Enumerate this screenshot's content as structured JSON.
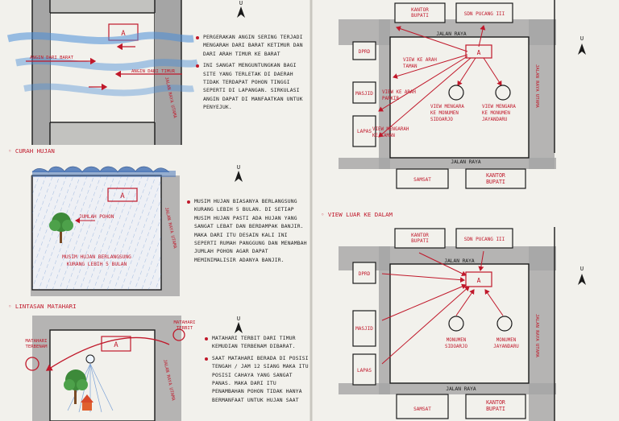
{
  "colors": {
    "ink": "#1a1a1a",
    "accent": "#c0182a",
    "wind": "#4a8ed8",
    "road": "#8d8d8d",
    "rain": "#3a74c6",
    "paper": "#f2f1ec"
  },
  "common": {
    "site_label": "A",
    "north_label": "U"
  },
  "wind": {
    "label_west": "ANGIN DARI BARAT",
    "label_east": "ANGIN DARI TIMUR",
    "road_label": "JALAN RAYA UTAMA",
    "bullets": [
      "PERGERAKAN ANGIN SERING TERJADI MENGARAH DARI BARAT KETIMUR DAN DARI ARAH TIMUR KE BARAT",
      "INI SANGAT MENGUNTUNGKAN BAGI SITE YANG TERLETAK DI DAERAH TIDAK TERDAPAT POHON TINGGI SEPERTI DI LAPANGAN. SIRKULASI ANGIN DAPAT DI MANFAATKAN UNTUK PENYEJUK."
    ]
  },
  "rain": {
    "title": "CURAH HUJAN",
    "tree_label": "JUMLAH POHON",
    "caption": "MUSIM HUJAN BERLANGSUNG KURANG LEBIH 5 BULAN",
    "road_label": "JALAN RAYA UTAMA",
    "bullets": [
      "MUSIM HUJAN BIASANYA BERLANGSUNG KURANG LEBIH 5 BULAN. DI SETIAP MUSIM HUJAN PASTI ADA HUJAN YANG SANGAT LEBAT DAN BERDAMPAK BANJIR. MAKA DARI ITU DESAIN KALI INI SEPERTI RUMAH PANGGUNG DAN MENAMBAH JUMLAH POHON AGAR DAPAT MEMINIMALISIR ADANYA BANJIR."
    ]
  },
  "sun": {
    "title": "LINTASAN MATAHARI",
    "sunset_label": "MATAHARI TERBENAM",
    "sunrise_label": "MATAHARI TERBIT",
    "road_label": "JALAN RAYA UTAMA",
    "bullets": [
      "MATAHARI TERBIT DARI TIMUR KEMUDIAN TERBENAM DIBARAT.",
      "SAAT MATAHARI BERADA DI POSISI TENGAH / JAM 12 SIANG MAKA ITU POSISI CAHAYA YANG SANGAT PANAS. MAKA DARI ITU PENAMBAHAN POHON TIDAK HANYA BERMANFAAT UNTUK HUJAN SAAT"
    ]
  },
  "view_out": {
    "kantor_bupati": "KANTOR BUPATI",
    "sdn": "SDN PUCANG III",
    "jalan_raya_top": "JALAN RAYA",
    "dprd": "DPRD",
    "masjid": "MASJID",
    "lapas": "LAPAS",
    "view_taman_1": "VIEW KE ARAH TAMAN",
    "view_parkir": "VIEW KE ARAH PARKIR",
    "view_sidoarjo": "VIEW MENGARAH KE MONUMEN SIDOARJO",
    "view_jayandaru": "VIEW MENGARAH KE MONUMEN JAYANDARU",
    "view_taman_2": "VIEW MENGARAH KE TAMAN",
    "jalan_raya_bottom": "JALAN RAYA",
    "samsat": "SAMSAT",
    "kantor_bupati_2": "KANTOR BUPATI",
    "road_label": "JALAN RAYA UTAMA"
  },
  "view_in": {
    "title": "VIEW LUAR KE DALAM",
    "kantor_bupati": "KANTOR BUPATI",
    "sdn": "SDN PUCANG III",
    "jalan_raya_top": "JALAN RAYA",
    "dprd": "DPRD",
    "masjid": "MASJID",
    "lapas": "LAPAS",
    "monumen_sidoarjo": "MONUMEN SIDOARJO",
    "monumen_jayandaru": "MONUMEN JAYANDARU",
    "jalan_raya_bottom": "JALAN RAYA",
    "samsat": "SAMSAT",
    "kantor_bupati_2": "KANTOR BUPATI",
    "road_label": "JALAN RAYA UTAMA"
  }
}
